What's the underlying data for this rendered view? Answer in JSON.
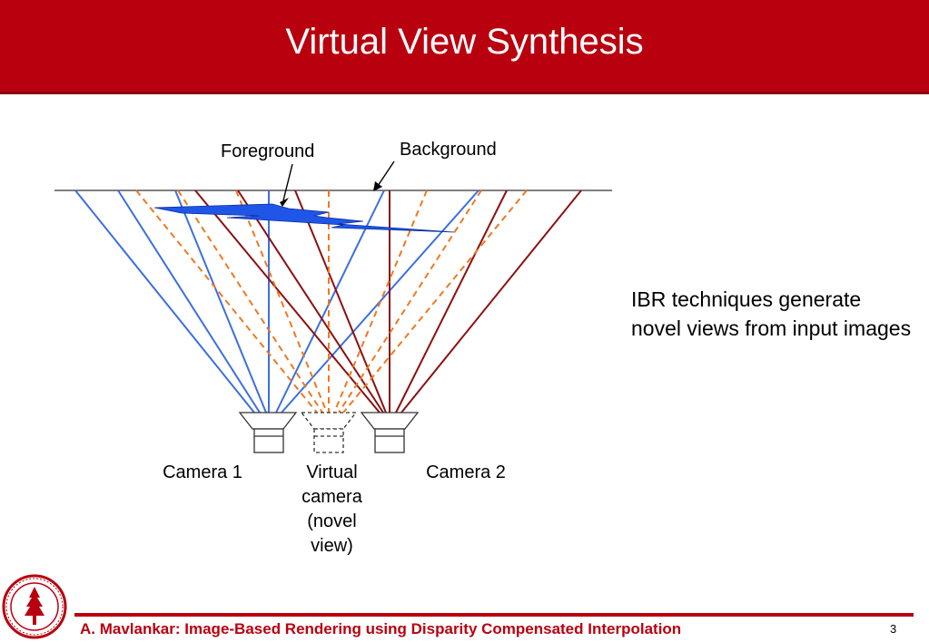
{
  "slide": {
    "title": "Virtual View Synthesis",
    "side_text": "IBR techniques generate novel views from input images",
    "footer": "A. Mavlankar: Image-Based Rendering using Disparity Compensated Interpolation",
    "page_number": "3"
  },
  "diagram": {
    "labels": {
      "foreground": "Foreground",
      "background": "Background",
      "camera1": "Camera 1",
      "virtual_camera": [
        "Virtual",
        "camera",
        "(novel",
        "view)"
      ],
      "camera2": "Camera 2"
    },
    "colors": {
      "camera1_rays": "#3b6fe0",
      "camera2_rays": "#8b1010",
      "virtual_rays": "#f07820",
      "object": "#1f56e8"
    }
  }
}
